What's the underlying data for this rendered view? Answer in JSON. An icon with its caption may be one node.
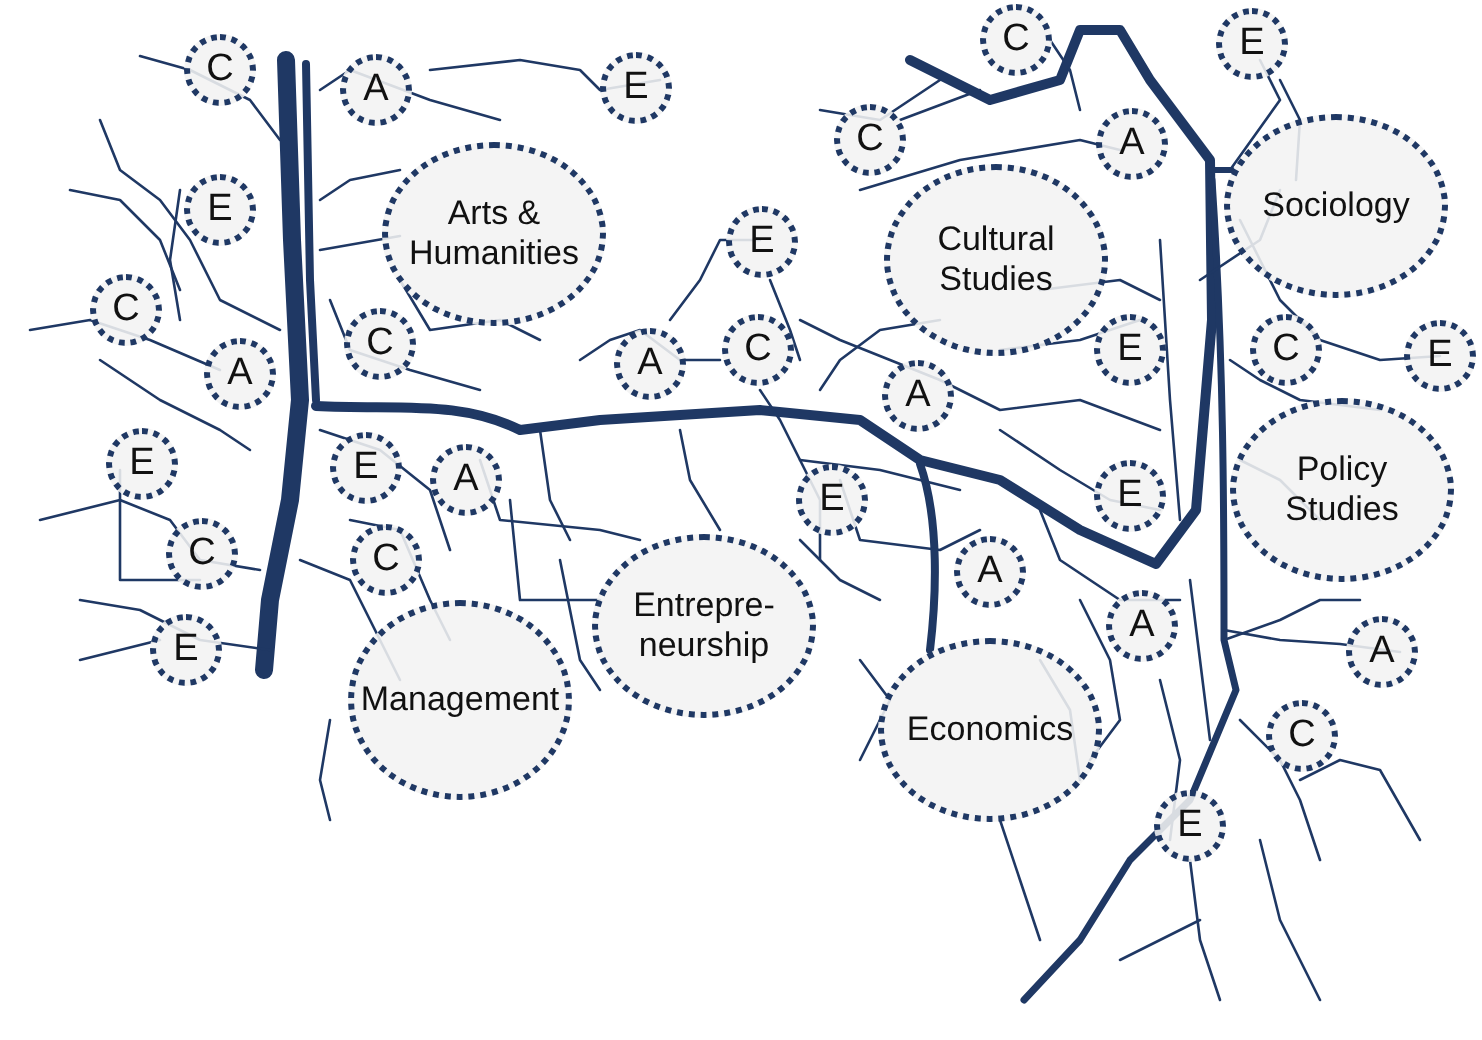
{
  "diagram": {
    "nodes": [
      {
        "text": [
          "C"
        ]
      },
      {
        "text": [
          "C"
        ]
      },
      {
        "text": [
          "A"
        ]
      },
      {
        "text": [
          "E"
        ]
      },
      {
        "text": [
          "E"
        ]
      },
      {
        "text": [
          "A"
        ]
      },
      {
        "text": [
          "Arts & Humanities"
        ]
      },
      {
        "text": [
          "Sociology"
        ]
      },
      {
        "text": [
          "E"
        ]
      },
      {
        "text": [
          "E"
        ]
      },
      {
        "text": [
          "Cultural Studies"
        ]
      },
      {
        "text": [
          "C"
        ]
      },
      {
        "text": [
          "C"
        ]
      },
      {
        "text": [
          "A"
        ]
      },
      {
        "text": [
          "C"
        ]
      },
      {
        "text": [
          "A"
        ]
      },
      {
        "text": [
          "E"
        ]
      },
      {
        "text": [
          "C"
        ]
      },
      {
        "text": [
          "E"
        ]
      },
      {
        "text": [
          "A"
        ]
      },
      {
        "text": [
          "E"
        ]
      },
      {
        "text": [
          "E"
        ]
      },
      {
        "text": [
          "A"
        ]
      },
      {
        "text": [
          "E"
        ]
      },
      {
        "text": [
          "E"
        ]
      },
      {
        "text": [
          "Policy Studies"
        ]
      },
      {
        "text": [
          "C"
        ]
      },
      {
        "text": [
          "C"
        ]
      },
      {
        "text": [
          "C"
        ]
      },
      {
        "text": [
          "Entrepre- neurship"
        ]
      },
      {
        "text": [
          "E"
        ]
      },
      {
        "text": [
          "A"
        ]
      },
      {
        "text": [
          "A"
        ]
      },
      {
        "text": [
          "Management"
        ]
      },
      {
        "text": [
          "A"
        ]
      },
      {
        "text": [
          "Economics"
        ]
      },
      {
        "text": [
          "C"
        ]
      },
      {
        "text": [
          "E"
        ]
      }
    ]
  }
}
